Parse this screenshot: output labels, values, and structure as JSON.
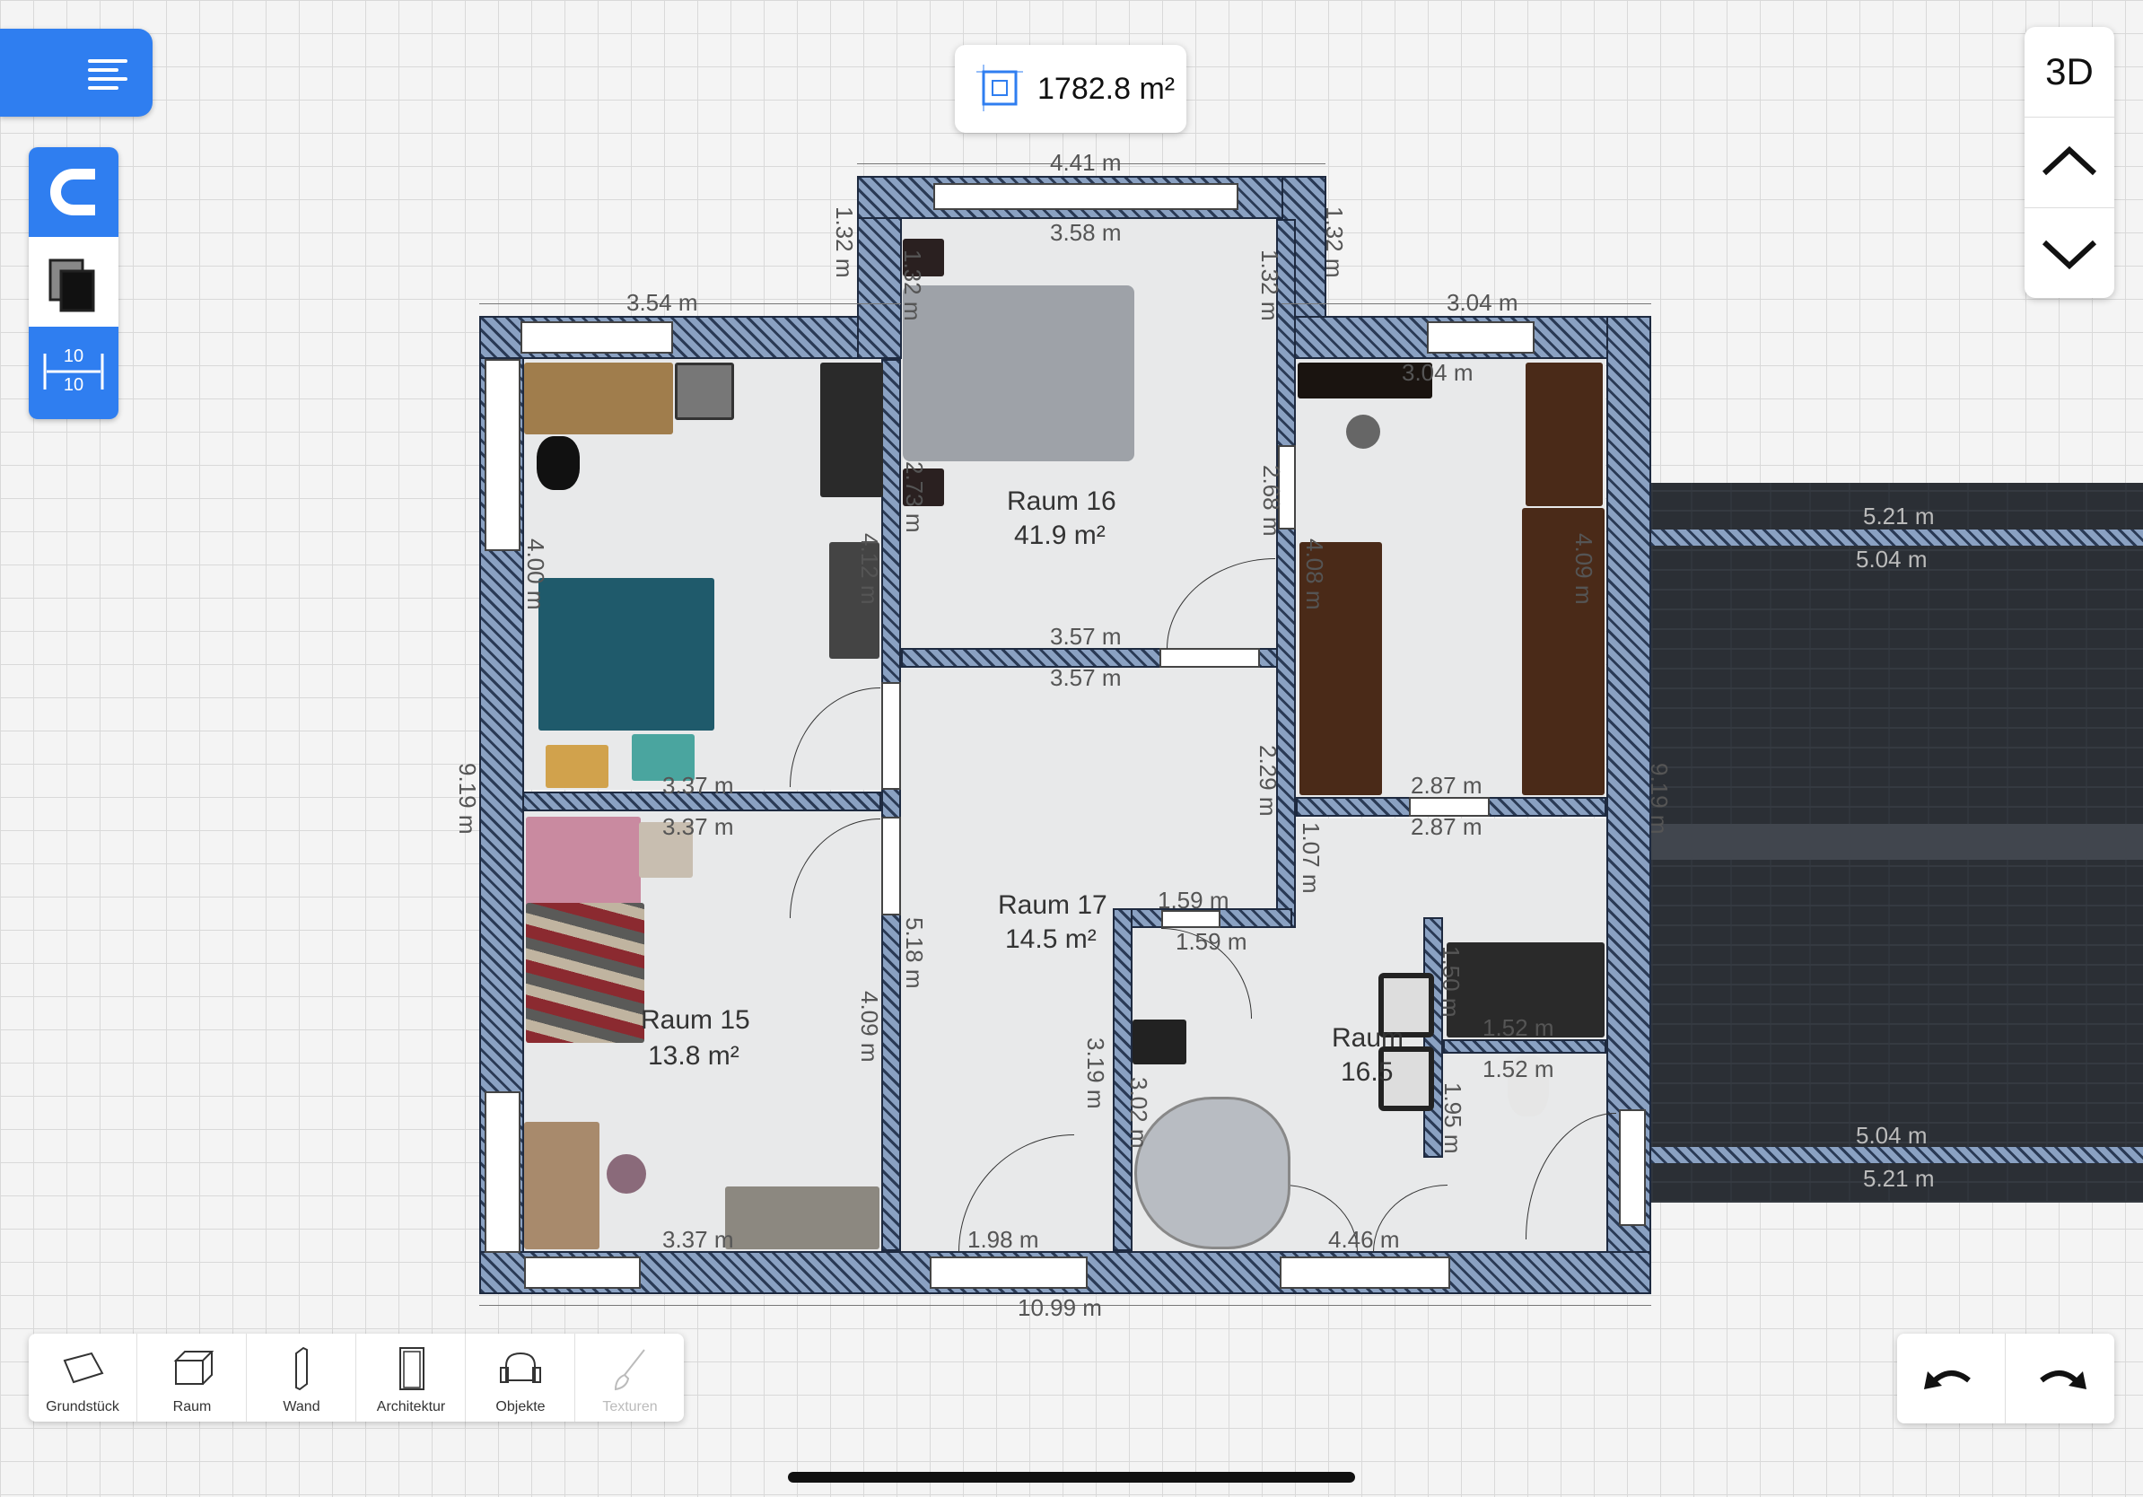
{
  "toolbar_top": {
    "area_value": "1782.8 m²"
  },
  "view_controls": {
    "mode_3d": "3D"
  },
  "rooms": [
    {
      "name": "Raum 16",
      "area": "41.9 m²"
    },
    {
      "name": "Raum 17",
      "area": "14.5 m²"
    },
    {
      "name": "Raum 15",
      "area": "13.8 m²"
    },
    {
      "name": "Raum",
      "area": "16.5"
    }
  ],
  "dimensions": {
    "top_441": "4.41 m",
    "d358": "3.58 m",
    "d354": "3.54 m",
    "d304a": "3.04 m",
    "d304b": "3.04 m",
    "d357a": "3.57 m",
    "d357b": "3.57 m",
    "d337a": "3.37 m",
    "d337b": "3.37 m",
    "d337c": "3.37 m",
    "d287a": "2.87 m",
    "d287b": "2.87 m",
    "d159a": "1.59 m",
    "d159b": "1.59 m",
    "d198": "1.98 m",
    "d446": "4.46 m",
    "d1099": "10.99 m",
    "d521a": "5.21 m",
    "d504a": "5.04 m",
    "d504b": "5.04 m",
    "d521b": "5.21 m",
    "d152a": "1.52 m",
    "d152b": "1.52 m",
    "v132a": "1.32 m",
    "v132b": "1.32 m",
    "v132c": "1.32 m",
    "v132d": "1.32 m",
    "v268": "2.68 m",
    "v408": "4.08 m",
    "v409a": "4.09 m",
    "v409b": "4.09 m",
    "v412": "4.12 m",
    "v919a": "9.19 m",
    "v919b": "9.19 m",
    "v229": "2.29 m",
    "v107": "1.07 m",
    "v319": "3.19 m",
    "v302": "3.02 m",
    "v400": "4.00 m",
    "v273": "2.73 m",
    "v518": "5.18 m",
    "v195": "1.95 m",
    "v150": "1.50 m"
  },
  "bottom_tools": [
    {
      "label": "Grundstück",
      "icon": "plot-icon"
    },
    {
      "label": "Raum",
      "icon": "room-icon"
    },
    {
      "label": "Wand",
      "icon": "wall-icon"
    },
    {
      "label": "Architektur",
      "icon": "door-icon"
    },
    {
      "label": "Objekte",
      "icon": "armchair-icon"
    },
    {
      "label": "Texturen",
      "icon": "brush-icon"
    }
  ],
  "side_tools": {
    "grid_top": "10",
    "grid_bottom": "10"
  },
  "colors": {
    "accent": "#2f7ef0",
    "wall": "#8aa1c2"
  }
}
